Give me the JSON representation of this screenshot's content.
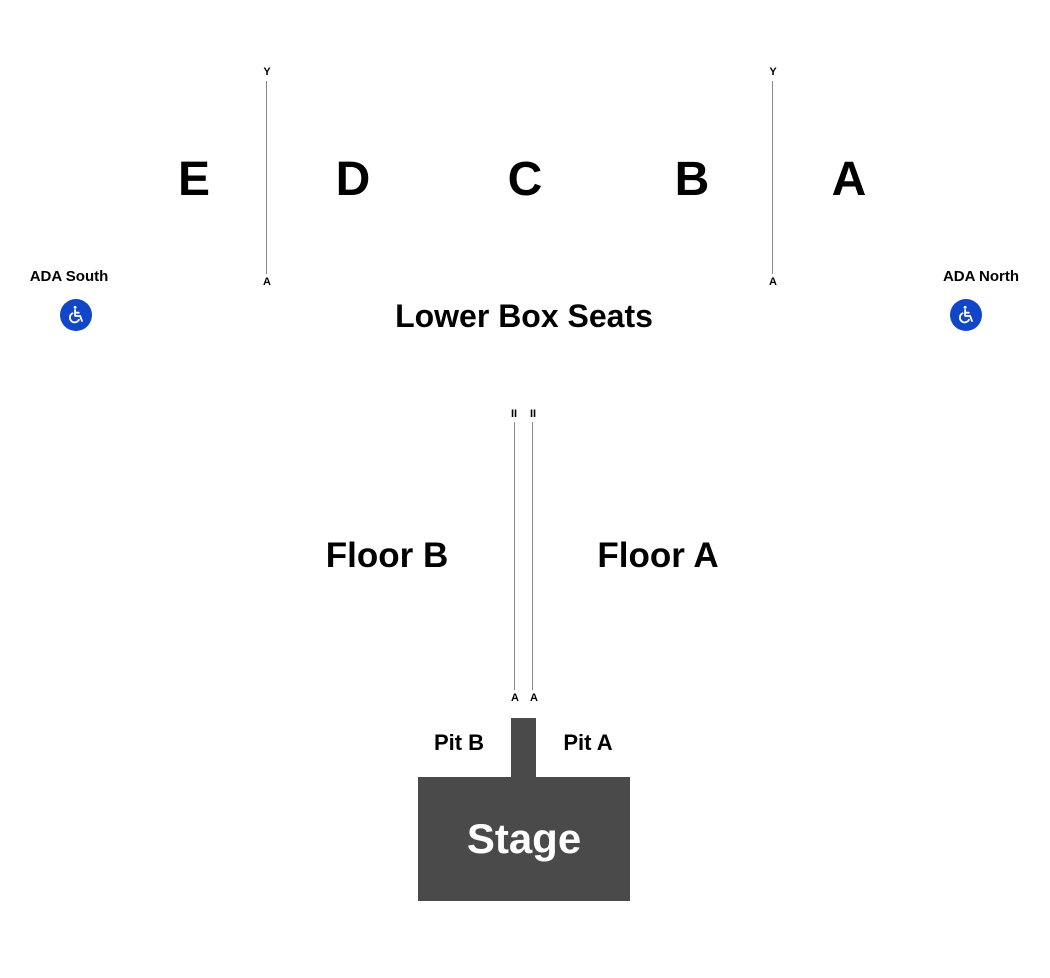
{
  "colors": {
    "stage": "#4a4a4a",
    "ada": "#1246c9",
    "row_line": "#888888",
    "text": "#000000",
    "stage_text": "#ffffff"
  },
  "lower_sections": {
    "E": "E",
    "D": "D",
    "C": "C",
    "B": "B",
    "A": "A"
  },
  "row_markers": {
    "left_top": "Y",
    "left_bottom": "A",
    "right_top": "Y",
    "right_bottom": "A"
  },
  "ada": {
    "south_label": "ADA South",
    "north_label": "ADA North",
    "icon": "wheelchair-icon"
  },
  "lower_box_title": "Lower Box Seats",
  "floor": {
    "left_aisle_top": "II",
    "right_aisle_top": "II",
    "left_aisle_bottom": "A",
    "right_aisle_bottom": "A",
    "floor_b": "Floor B",
    "floor_a": "Floor A"
  },
  "pit": {
    "pit_b": "Pit B",
    "pit_a": "Pit A"
  },
  "stage_label": "Stage"
}
